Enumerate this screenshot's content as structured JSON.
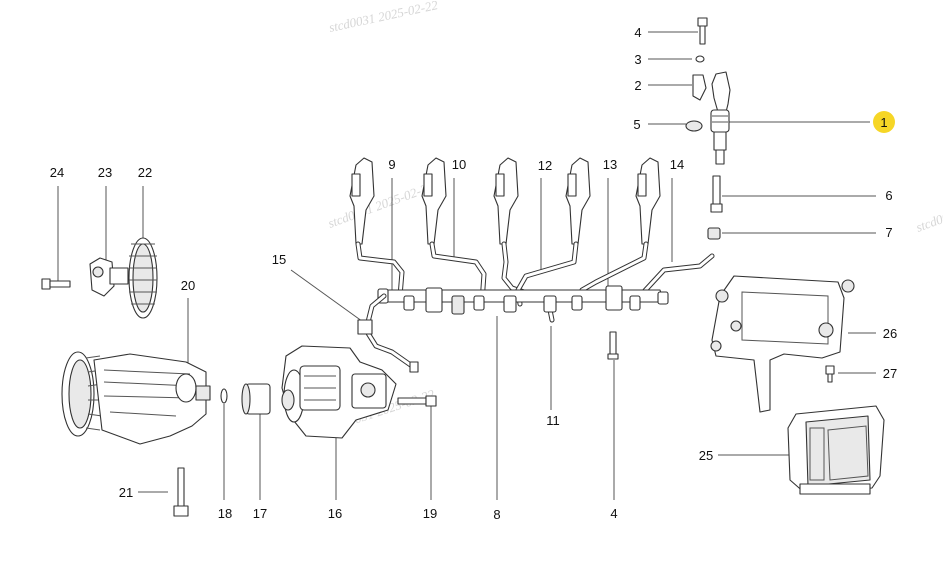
{
  "watermarks": [
    "stcd0031  2025-02-22",
    "stcd0031  2025-02-22",
    "stcd0031  2025-02-22",
    "stcd0031  2025-02-22"
  ],
  "callouts": {
    "c1": "1",
    "c2": "2",
    "c3": "3",
    "c4a": "4",
    "c4b": "4",
    "c5": "5",
    "c6": "6",
    "c7": "7",
    "c8": "8",
    "c9": "9",
    "c10": "10",
    "c11": "11",
    "c12": "12",
    "c13": "13",
    "c14": "14",
    "c15": "15",
    "c16": "16",
    "c17": "17",
    "c18": "18",
    "c19": "19",
    "c20": "20",
    "c21": "21",
    "c22": "22",
    "c23": "23",
    "c24": "24",
    "c25": "25",
    "c26": "26",
    "c27": "27"
  },
  "highlight_color": "#f6d626"
}
